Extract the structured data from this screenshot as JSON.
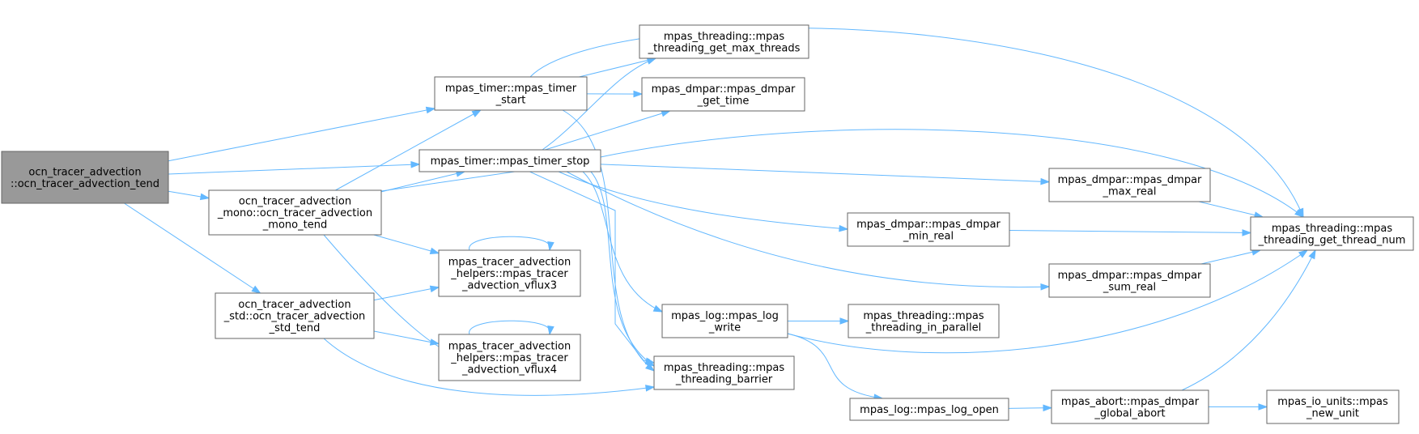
{
  "graph": {
    "nodes": [
      {
        "id": "root",
        "lines": [
          "ocn_tracer_advection",
          "::ocn_tracer_advection_tend"
        ],
        "root": true
      },
      {
        "id": "timer_start",
        "lines": [
          "mpas_timer::mpas_timer",
          "_start"
        ]
      },
      {
        "id": "timer_stop",
        "lines": [
          "mpas_timer::mpas_timer_stop"
        ]
      },
      {
        "id": "mono_tend",
        "lines": [
          "ocn_tracer_advection",
          "_mono::ocn_tracer_advection",
          "_mono_tend"
        ]
      },
      {
        "id": "std_tend",
        "lines": [
          "ocn_tracer_advection",
          "_std::ocn_tracer_advection",
          "_std_tend"
        ]
      },
      {
        "id": "vflux3",
        "lines": [
          "mpas_tracer_advection",
          "_helpers::mpas_tracer",
          "_advection_vflux3"
        ]
      },
      {
        "id": "vflux4",
        "lines": [
          "mpas_tracer_advection",
          "_helpers::mpas_tracer",
          "_advection_vflux4"
        ]
      },
      {
        "id": "get_max_threads",
        "lines": [
          "mpas_threading::mpas",
          "_threading_get_max_threads"
        ]
      },
      {
        "id": "get_time",
        "lines": [
          "mpas_dmpar::mpas_dmpar",
          "_get_time"
        ]
      },
      {
        "id": "log_write",
        "lines": [
          "mpas_log::mpas_log",
          "_write"
        ]
      },
      {
        "id": "barrier",
        "lines": [
          "mpas_threading::mpas",
          "_threading_barrier"
        ]
      },
      {
        "id": "max_real",
        "lines": [
          "mpas_dmpar::mpas_dmpar",
          "_max_real"
        ]
      },
      {
        "id": "min_real",
        "lines": [
          "mpas_dmpar::mpas_dmpar",
          "_min_real"
        ]
      },
      {
        "id": "sum_real",
        "lines": [
          "mpas_dmpar::mpas_dmpar",
          "_sum_real"
        ]
      },
      {
        "id": "in_parallel",
        "lines": [
          "mpas_threading::mpas",
          "_threading_in_parallel"
        ]
      },
      {
        "id": "log_open",
        "lines": [
          "mpas_log::mpas_log_open"
        ]
      },
      {
        "id": "global_abort",
        "lines": [
          "mpas_abort::mpas_dmpar",
          "_global_abort"
        ]
      },
      {
        "id": "thread_num",
        "lines": [
          "mpas_threading::mpas",
          "_threading_get_thread_num"
        ]
      },
      {
        "id": "new_unit",
        "lines": [
          "mpas_io_units::mpas",
          "_new_unit"
        ]
      }
    ],
    "edges": [
      {
        "from": "root",
        "to": "timer_start"
      },
      {
        "from": "root",
        "to": "timer_stop"
      },
      {
        "from": "root",
        "to": "mono_tend"
      },
      {
        "from": "root",
        "to": "std_tend"
      },
      {
        "from": "mono_tend",
        "to": "timer_start"
      },
      {
        "from": "mono_tend",
        "to": "timer_stop"
      },
      {
        "from": "mono_tend",
        "to": "vflux3"
      },
      {
        "from": "mono_tend",
        "to": "vflux4"
      },
      {
        "from": "mono_tend",
        "to": "barrier"
      },
      {
        "from": "std_tend",
        "to": "vflux3"
      },
      {
        "from": "std_tend",
        "to": "vflux4"
      },
      {
        "from": "std_tend",
        "to": "barrier"
      },
      {
        "from": "vflux3",
        "to": "vflux3"
      },
      {
        "from": "vflux4",
        "to": "vflux4"
      },
      {
        "from": "timer_start",
        "to": "get_max_threads"
      },
      {
        "from": "timer_start",
        "to": "get_time"
      },
      {
        "from": "timer_start",
        "to": "thread_num"
      },
      {
        "from": "timer_start",
        "to": "barrier"
      },
      {
        "from": "timer_stop",
        "to": "get_max_threads"
      },
      {
        "from": "timer_stop",
        "to": "get_time"
      },
      {
        "from": "timer_stop",
        "to": "thread_num"
      },
      {
        "from": "timer_stop",
        "to": "max_real"
      },
      {
        "from": "timer_stop",
        "to": "min_real"
      },
      {
        "from": "timer_stop",
        "to": "sum_real"
      },
      {
        "from": "timer_stop",
        "to": "log_write"
      },
      {
        "from": "timer_stop",
        "to": "barrier"
      },
      {
        "from": "max_real",
        "to": "thread_num"
      },
      {
        "from": "min_real",
        "to": "thread_num"
      },
      {
        "from": "sum_real",
        "to": "thread_num"
      },
      {
        "from": "log_write",
        "to": "in_parallel"
      },
      {
        "from": "log_write",
        "to": "thread_num"
      },
      {
        "from": "log_write",
        "to": "log_open"
      },
      {
        "from": "log_open",
        "to": "global_abort"
      },
      {
        "from": "global_abort",
        "to": "thread_num"
      },
      {
        "from": "global_abort",
        "to": "new_unit"
      }
    ]
  }
}
